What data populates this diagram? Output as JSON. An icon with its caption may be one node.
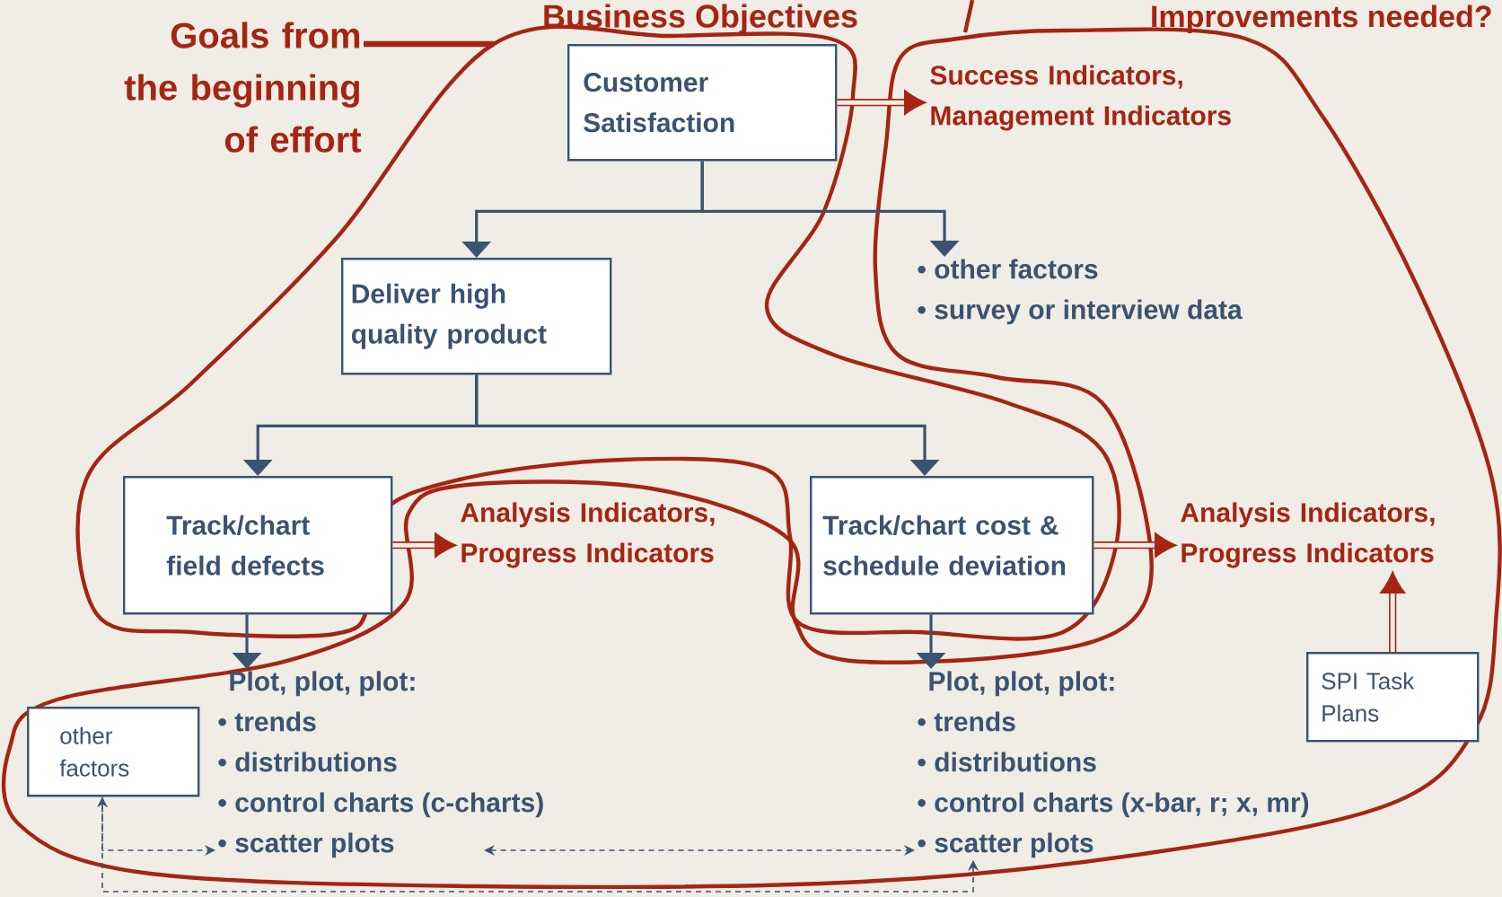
{
  "diagram": {
    "nodes": [
      {
        "text": [
          "Customer Satisfaction"
        ]
      },
      {
        "text": [
          "Success Indicators, Management Indicators"
        ]
      },
      {
        "text": [
          "Deliver high quality product"
        ]
      },
      {
        "text": [
          "• other factors",
          "• survey or interview data"
        ]
      },
      {
        "text": [
          "Track/chart field defects"
        ]
      },
      {
        "text": [
          "Analysis Indicators, Progress Indicators"
        ]
      },
      {
        "text": [
          "Track/chart cost & schedule deviation"
        ]
      },
      {
        "text": [
          "Analysis Indicators, Progress Indicators"
        ]
      },
      {
        "text": [
          "Plot, plot, plot:",
          "• trends",
          "• distributions",
          "• control charts (c-charts)",
          "• scatter plots"
        ]
      },
      {
        "text": [
          "Plot, plot, plot:",
          "• trends",
          "• distributions",
          "• control charts (x-bar, r; x, mr)",
          "• scatter plots"
        ]
      },
      {
        "text": [
          "SPI Task Plans"
        ]
      },
      {
        "text": [
          "other factors"
        ]
      },
      {
        "text": [
          "Goals from the beginning of effort"
        ]
      }
    ],
    "edges": [
      {
        "from": 0,
        "to": 1,
        "arrow": "to",
        "style": "thick",
        "color": "#a52512"
      },
      {
        "from": 0,
        "to": 2,
        "arrow": "to"
      },
      {
        "from": 0,
        "to": 3,
        "arrow": "to"
      },
      {
        "from": 2,
        "to": 4,
        "arrow": "to"
      },
      {
        "from": 2,
        "to": 6,
        "arrow": "to"
      },
      {
        "from": 4,
        "to": 5,
        "arrow": "to",
        "style": "thick",
        "color": "#a52512"
      },
      {
        "from": 6,
        "to": 7,
        "arrow": "to",
        "style": "thick",
        "color": "#a52512"
      },
      {
        "from": 10,
        "to": 7,
        "arrow": "to",
        "style": "thick",
        "color": "#a52512"
      },
      {
        "from": 4,
        "to": 8,
        "arrow": "to"
      },
      {
        "from": 6,
        "to": 9,
        "arrow": "to"
      },
      {
        "from": 11,
        "to": 9,
        "arrow": "both",
        "style": "dashed"
      },
      {
        "from": 11,
        "to": 8,
        "arrow": "to",
        "style": "dashed"
      },
      {
        "from": 8,
        "to": 9,
        "arrow": "both",
        "style": "dashed"
      },
      {
        "from": 12,
        "to": null,
        "arrow": "none",
        "style": "thick",
        "color": "#a52512"
      }
    ],
    "title": "Business Objectives",
    "labels": [
      "Improvements needed?"
    ]
  }
}
